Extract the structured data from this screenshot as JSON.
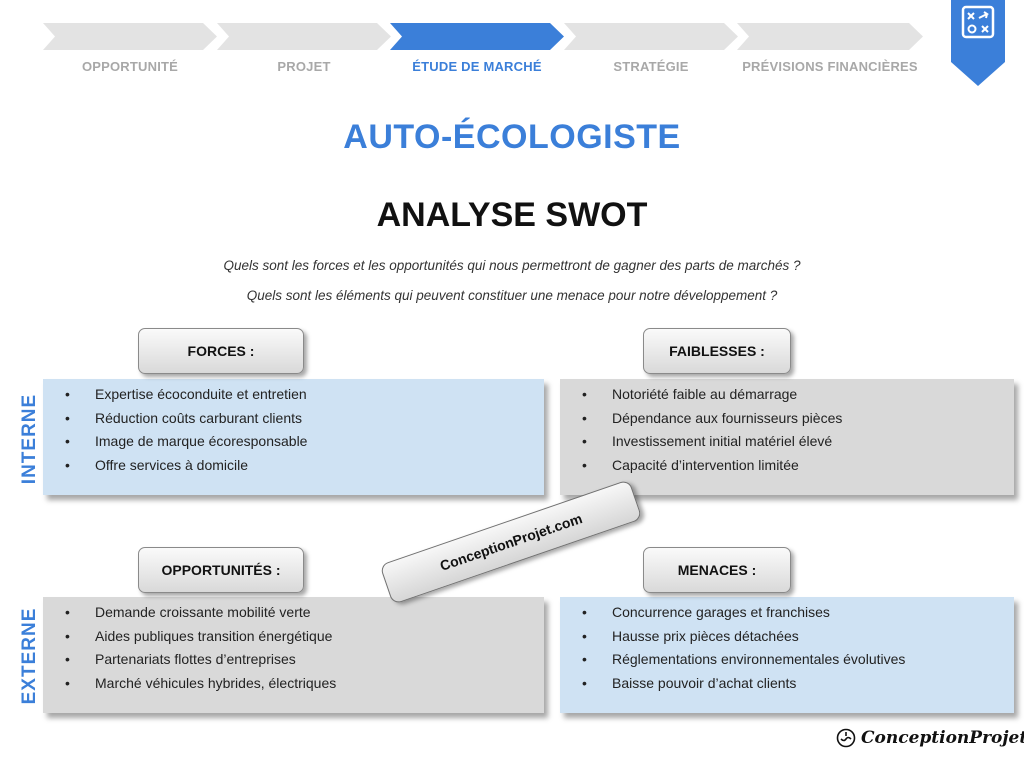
{
  "steps": [
    {
      "label": "OPPORTUNITÉ",
      "active": false
    },
    {
      "label": "PROJET",
      "active": false
    },
    {
      "label": "ÉTUDE DE MARCHÉ",
      "active": true
    },
    {
      "label": "STRATÉGIE",
      "active": false
    },
    {
      "label": "PRÉVISIONS FINANCIÈRES",
      "active": false
    }
  ],
  "title": "AUTO-ÉCOLOGISTE",
  "subtitle": "ANALYSE SWOT",
  "questions": [
    "Quels sont les forces et les opportunités qui nous permettront de gagner des parts de marchés ?",
    "Quels sont les éléments qui peuvent constituer une menace pour notre développement ?"
  ],
  "axis": {
    "internal": "INTERNE",
    "external": "EXTERNE"
  },
  "swot": {
    "strengths": {
      "header": "FORCES :",
      "items": [
        "Expertise écoconduite et entretien",
        "Réduction coûts carburant clients",
        "Image de marque écoresponsable",
        "Offre services à domicile"
      ]
    },
    "weaknesses": {
      "header": "FAIBLESSES :",
      "items": [
        "Notoriété faible au démarrage",
        "Dépendance aux fournisseurs pièces",
        "Investissement initial matériel élevé",
        "Capacité d’intervention limitée"
      ]
    },
    "opportunities": {
      "header": "OPPORTUNITÉS :",
      "items": [
        "Demande croissante mobilité verte",
        "Aides publiques transition énergétique",
        "Partenariats flottes d’entreprises",
        "Marché véhicules hybrides, électriques"
      ]
    },
    "threats": {
      "header": "MENACES :",
      "items": [
        "Concurrence garages et franchises",
        "Hausse prix pièces détachées",
        "Réglementations environnementales évolutives",
        "Baisse pouvoir d’achat clients"
      ]
    }
  },
  "watermark": "ConceptionProjet.com",
  "brand": "ConceptionProjet",
  "colors": {
    "accent": "#3b7fd9",
    "inactive_step": "#e3e3e3",
    "blue_box": "#cfe2f3",
    "grey_box": "#d9d9d9"
  },
  "icons": {
    "bookmark": "strategy-board-icon",
    "brand": "lightbulb-logo-icon"
  }
}
